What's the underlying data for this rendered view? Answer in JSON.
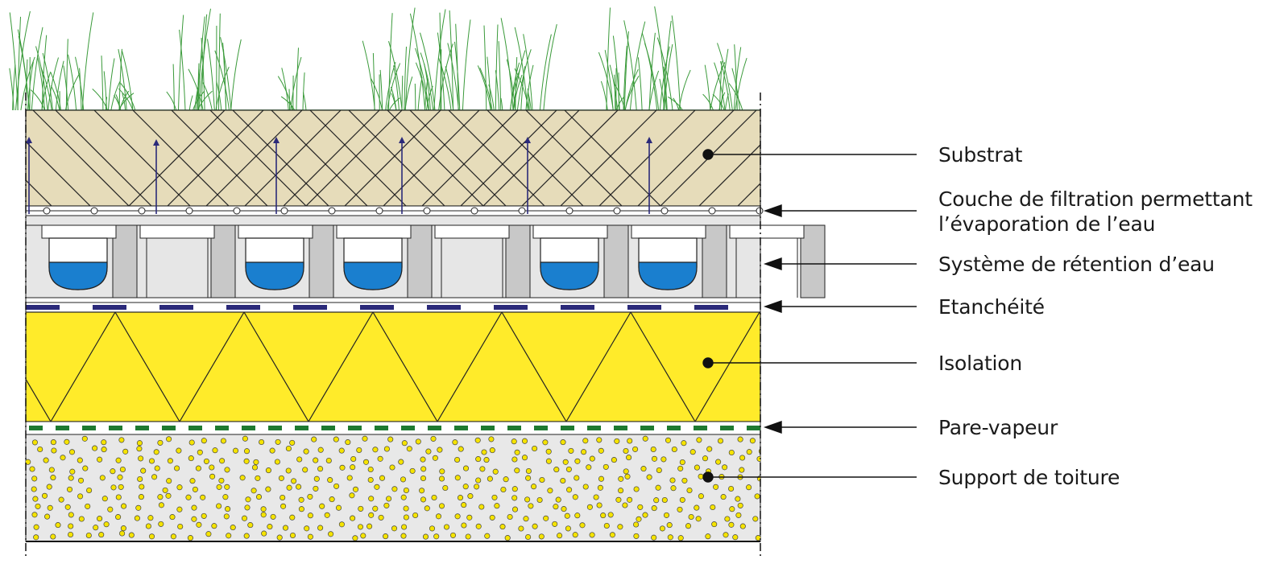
{
  "labels": {
    "substrat": "Substrat",
    "filtration_line1": "Couche de filtration permettant",
    "filtration_line2": "l’évaporation de l’eau",
    "retention": "Système de rétention d’eau",
    "etancheite": "Etanchéité",
    "isolation": "Isolation",
    "pare_vapeur": "Pare-vapeur",
    "support": "Support de toiture"
  },
  "colors": {
    "grass": "#3a9a3a",
    "substrat": "#e6dcba",
    "filtration": "#ffffff",
    "retention_grey": "#c8c8c8",
    "retention_light": "#e6e6e6",
    "water": "#1a7fcf",
    "membrane_band": "#2b2a7a",
    "insulation": "#ffeb2a",
    "vapour_band": "#1e7a32",
    "support": "#e8e8e8",
    "support_dot": "#f5e300",
    "arrow": "#2b2a7a"
  },
  "layers": [
    {
      "name": "grass-layer"
    },
    {
      "name": "substrat-layer"
    },
    {
      "name": "filtration-layer"
    },
    {
      "name": "retention-layer"
    },
    {
      "name": "waterproofing-layer"
    },
    {
      "name": "insulation-layer"
    },
    {
      "name": "vapour-barrier-layer"
    },
    {
      "name": "roof-support-layer"
    }
  ]
}
